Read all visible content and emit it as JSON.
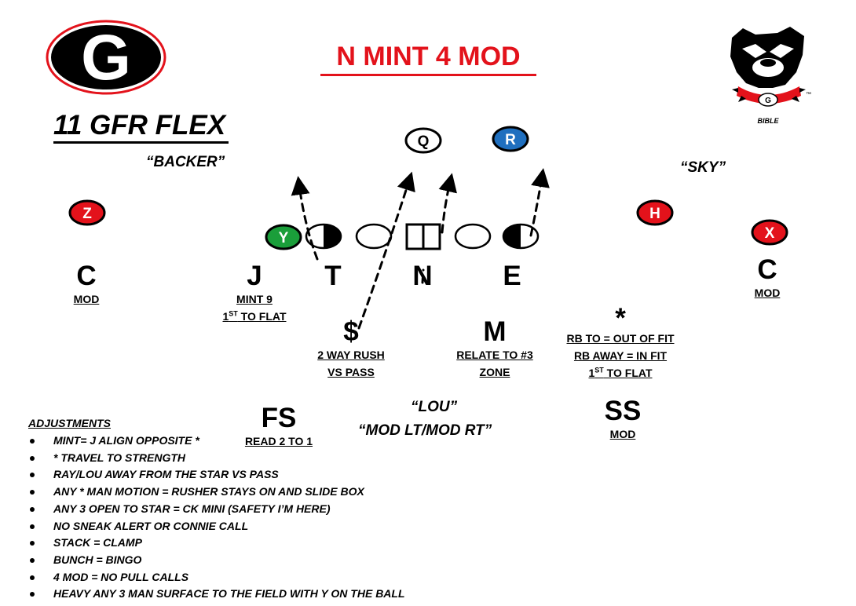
{
  "title": "N MINT 4 MOD",
  "formation": "11 GFR FLEX",
  "logo": {
    "letter": "G",
    "colors": {
      "red": "#e3121b",
      "black": "#000000"
    }
  },
  "mascot": {
    "caption": "BIBLE",
    "tm": "™",
    "collar_letter": "G"
  },
  "calls": {
    "backer": "“BACKER”",
    "sky": "“SKY”",
    "lou": "“LOU”",
    "mod": "“MOD LT/MOD RT”"
  },
  "offense": [
    {
      "id": "Q",
      "label": "Q",
      "fill": "#ffffff",
      "text_color": "#000000"
    },
    {
      "id": "R",
      "label": "R",
      "fill": "#1f6fbf",
      "text_color": "#ffffff"
    },
    {
      "id": "Z",
      "label": "Z",
      "fill": "#e3121b",
      "text_color": "#ffffff"
    },
    {
      "id": "H",
      "label": "H",
      "fill": "#e3121b",
      "text_color": "#ffffff"
    },
    {
      "id": "X",
      "label": "X",
      "fill": "#e3121b",
      "text_color": "#ffffff"
    },
    {
      "id": "Y",
      "label": "Y",
      "fill": "#1a9e3a",
      "text_color": "#ffffff"
    }
  ],
  "defense": [
    {
      "id": "C-left",
      "label": "C",
      "notes": [
        "MOD"
      ]
    },
    {
      "id": "J",
      "label": "J",
      "notes": [
        "MINT 9",
        "1ST TO FLAT"
      ]
    },
    {
      "id": "T",
      "label": "T",
      "notes": []
    },
    {
      "id": "N",
      "label": "N",
      "notes": []
    },
    {
      "id": "E",
      "label": "E",
      "notes": []
    },
    {
      "id": "C-right",
      "label": "C",
      "notes": [
        "MOD"
      ]
    },
    {
      "id": "dollar",
      "label": "$",
      "notes": [
        "2 WAY RUSH",
        "VS PASS"
      ]
    },
    {
      "id": "M",
      "label": "M",
      "notes": [
        "RELATE TO #3",
        "ZONE"
      ]
    },
    {
      "id": "star",
      "label": "*",
      "notes": [
        "RB TO = OUT OF FIT",
        "RB AWAY = IN FIT",
        "1ST TO FLAT"
      ]
    },
    {
      "id": "FS",
      "label": "FS",
      "notes": [
        "READ 2 TO 1"
      ]
    },
    {
      "id": "SS",
      "label": "SS",
      "notes": [
        "MOD"
      ]
    }
  ],
  "adjustments": {
    "title": "ADJUSTMENTS",
    "items": [
      "MINT= J ALIGN OPPOSITE *",
      "* TRAVEL TO STRENGTH",
      "RAY/LOU AWAY FROM THE STAR VS PASS",
      "ANY * MAN MOTION = RUSHER STAYS ON AND SLIDE BOX",
      "ANY 3 OPEN TO STAR = CK MINI (SAFETY I’M HERE)",
      "NO SNEAK ALERT OR CONNIE CALL",
      "STACK = CLAMP",
      "BUNCH = BINGO",
      "4 MOD = NO PULL CALLS",
      "HEAVY ANY 3 MAN SURFACE TO THE FIELD WITH Y ON THE BALL"
    ]
  }
}
